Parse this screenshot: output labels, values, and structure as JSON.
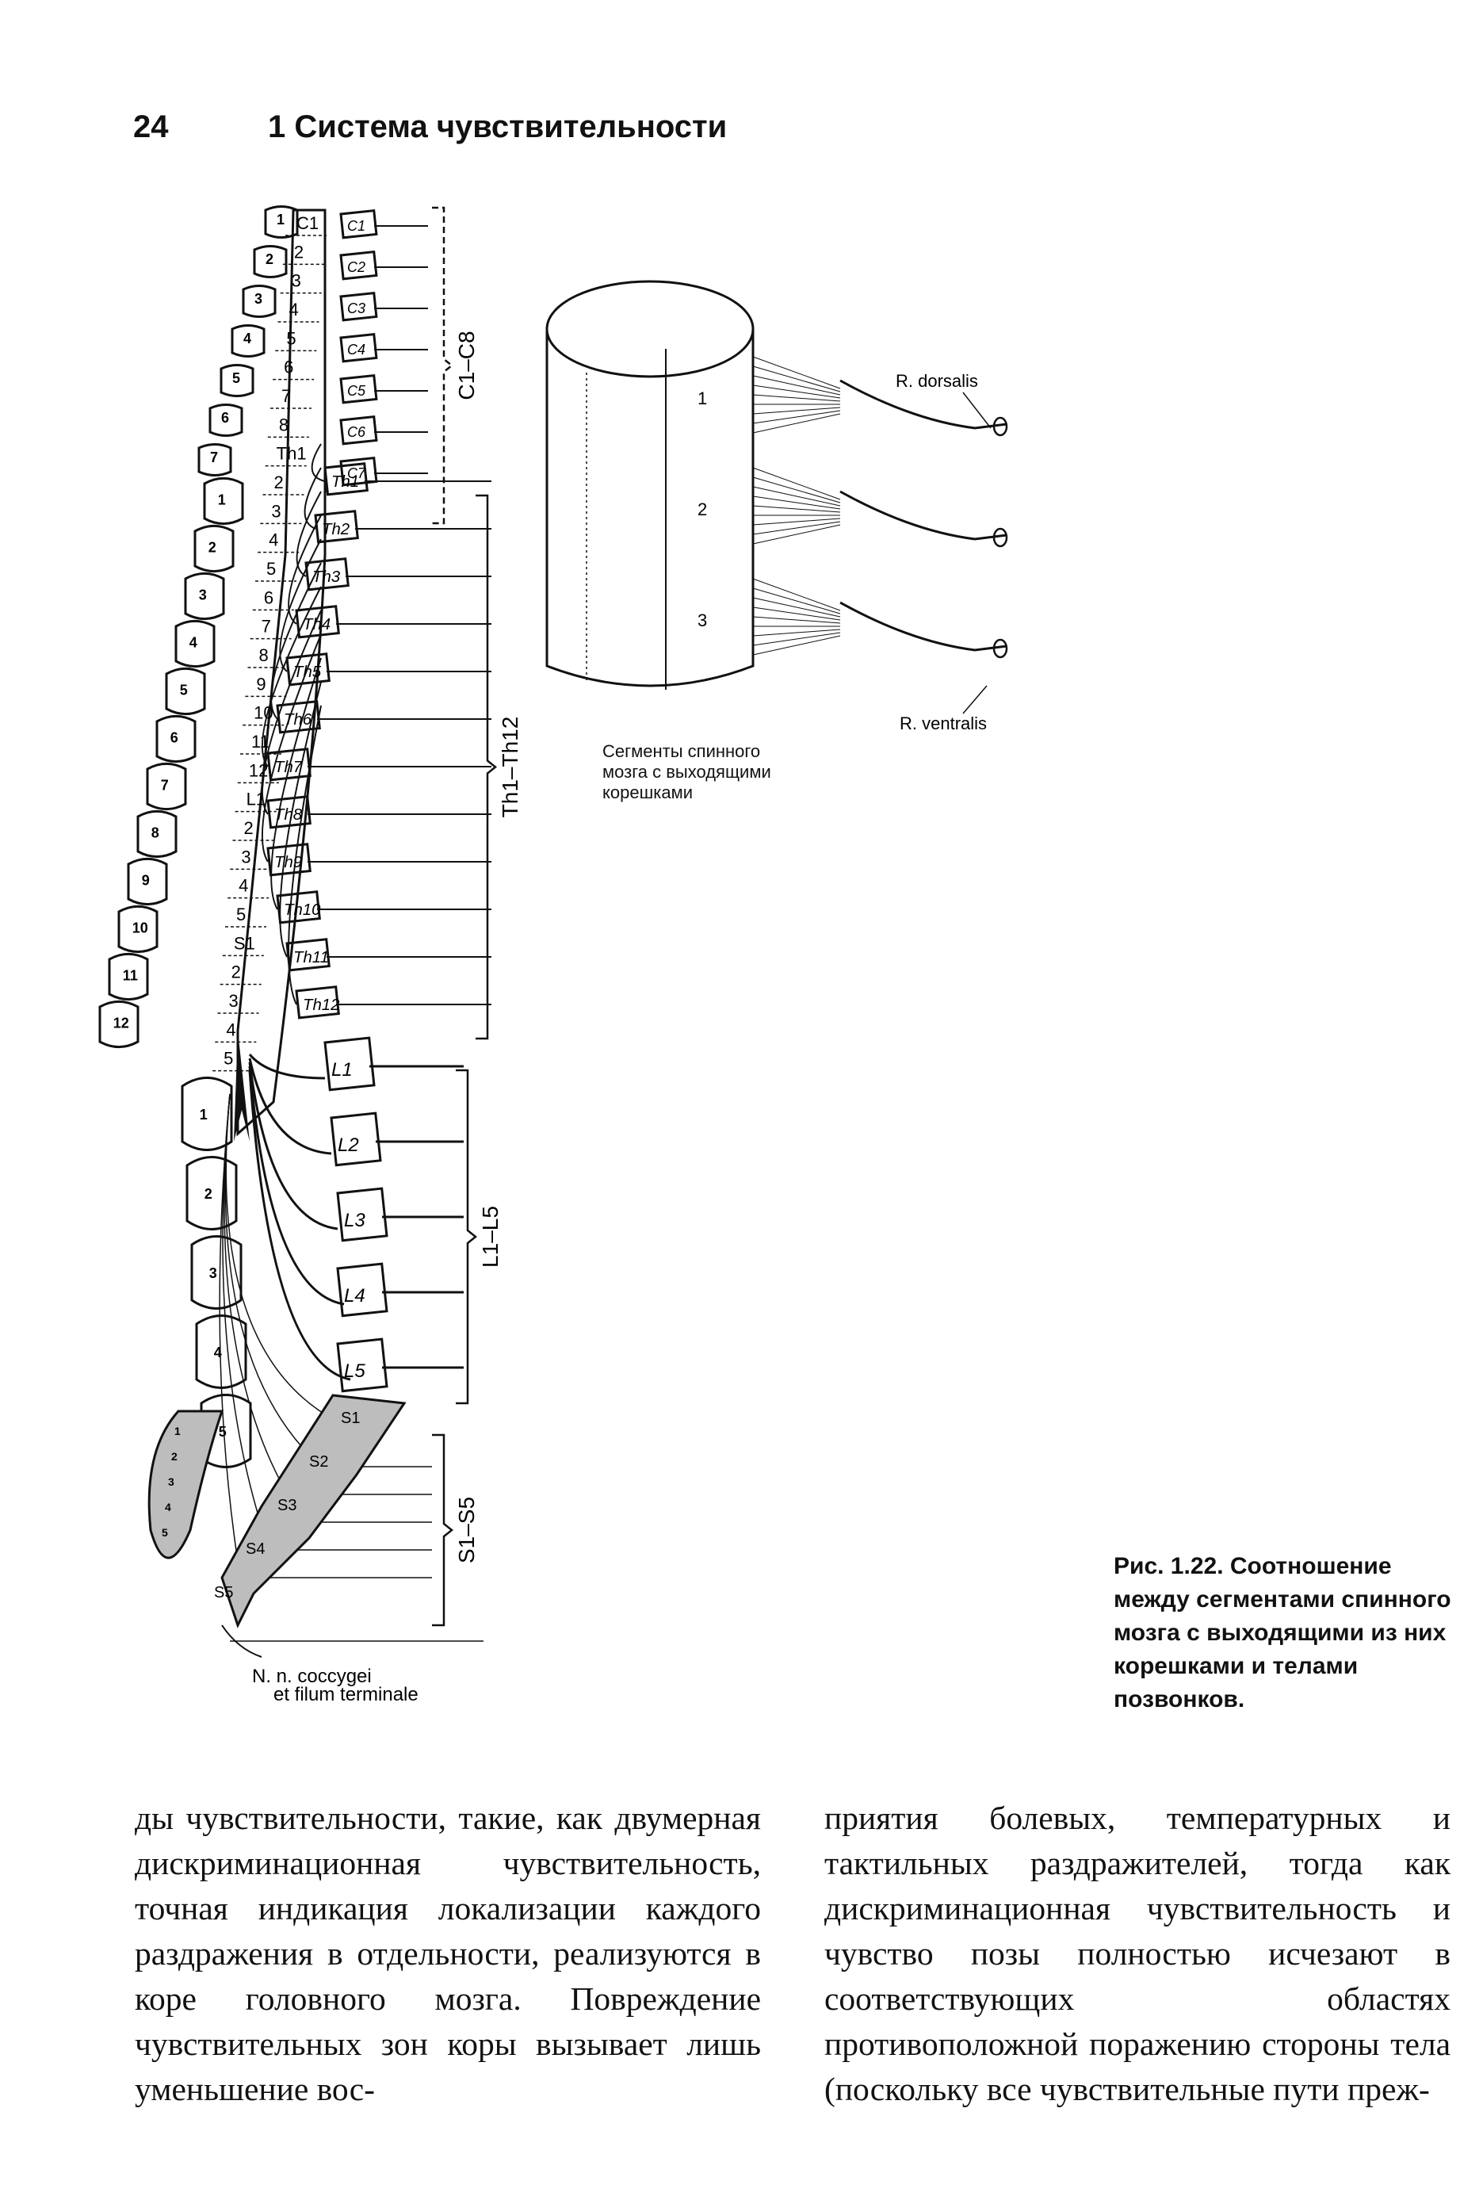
{
  "header": {
    "page_number": "24",
    "chapter_title": "1 Система чувствительности"
  },
  "figure": {
    "segments": {
      "cervical": [
        "C1",
        "C2",
        "C3",
        "C4",
        "C5",
        "C6",
        "C7"
      ],
      "thoracic": [
        "Th1",
        "Th2",
        "Th3",
        "Th4",
        "Th5",
        "Th6",
        "Th7",
        "Th8",
        "Th9",
        "Th10",
        "Th11",
        "Th12"
      ],
      "lumbar": [
        "L1",
        "L2",
        "L3",
        "L4",
        "L5"
      ],
      "sacral": [
        "S1",
        "S2",
        "S3",
        "S4",
        "S5"
      ]
    },
    "cord_labels": [
      "C1",
      "2",
      "3",
      "4",
      "5",
      "6",
      "7",
      "8",
      "Th1",
      "2",
      "3",
      "4",
      "5",
      "6",
      "7",
      "8",
      "9",
      "10",
      "11",
      "12",
      "L1",
      "2",
      "3",
      "4",
      "5",
      "S1",
      "2",
      "3",
      "4",
      "5"
    ],
    "cervical_vertebrae": [
      "1",
      "2",
      "3",
      "4",
      "5",
      "6",
      "7"
    ],
    "thoracic_vertebrae": [
      "1",
      "2",
      "3",
      "4",
      "5",
      "6",
      "7",
      "8",
      "9",
      "10",
      "11",
      "12"
    ],
    "lumbar_vertebrae": [
      "1",
      "2",
      "3",
      "4",
      "5"
    ],
    "sacral_vertebrae": [
      "1",
      "2",
      "3",
      "4",
      "5"
    ],
    "region_brackets": {
      "cervical": "C1–C8",
      "thoracic": "Th1–Th12",
      "lumbar": "L1–L5",
      "sacral": "S1–S5"
    },
    "coccygeal_label_1": "N. n. coccygei",
    "coccygeal_label_2": "et filum terminale",
    "inset": {
      "dorsal_label": "R. dorsalis",
      "ventral_label": "R. ventralis",
      "segment_numbers": [
        "1",
        "2",
        "3"
      ],
      "caption_line_1": "Сегменты спинного",
      "caption_line_2": "мозга с выходящими",
      "caption_line_3": "корешками"
    }
  },
  "caption": "Рис. 1.22. Соотношение между сегментами спинного мозга с выходящими из них корешками и телами позвонков.",
  "body": {
    "left_column": "ды чувствительности, такие, как двумерная дискриминационная чувствительность, точная индикация локализации каждого раздражения в отдельности, реализуются в коре головного мозга. Повреждение чувствительных зон коры вызывает лишь уменьшение вос-",
    "right_column": "приятия болевых, температурных и тактильных раздражителей, тогда как дискриминационная чувствительность и чувство позы полностью исчезают в соответствующих областях противоположной поражению стороны тела (поскольку все чувствительные пути преж-"
  },
  "colors": {
    "ink": "#111111",
    "shade": "#bdbdbd"
  }
}
